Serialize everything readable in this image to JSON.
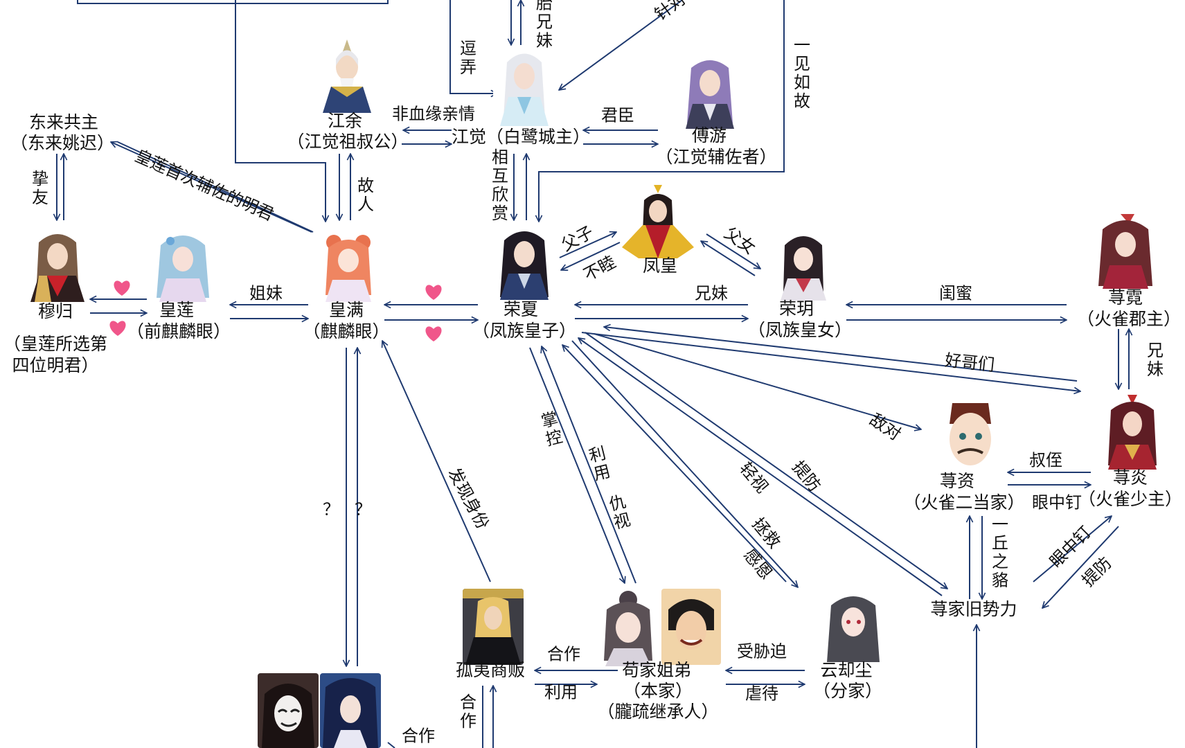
{
  "colors": {
    "arrow": "#1f3a70",
    "text": "#111111",
    "heart": "#f0568a",
    "background": "#ffffff"
  },
  "characters": {
    "donglai": {
      "name": "东来共主",
      "role": "（东来姚迟）"
    },
    "mugui": {
      "name": "穆归",
      "role": "（皇莲所选第四位明君）"
    },
    "huanglian": {
      "name": "皇莲",
      "role": "（前麒麟眼）"
    },
    "huangman": {
      "name": "皇满",
      "role": "（麒麟眼）"
    },
    "jiangyu": {
      "name": "江余",
      "role": "（江觉祖叔公）"
    },
    "jiangjue": {
      "name": "江觉（白鹭城主）"
    },
    "fuyou": {
      "name": "傅游",
      "role": "（江觉辅佐者）"
    },
    "rongxia": {
      "name": "荣夏",
      "role": "（凤族皇子）"
    },
    "fenghuang": {
      "name": "凤皇"
    },
    "rongyue": {
      "name": "荣玥",
      "role": "（凤族皇女）"
    },
    "xunni": {
      "name": "荨霓",
      "role": "（火雀郡主）"
    },
    "xunyan": {
      "name": "荨炎",
      "role": "（火雀少主）"
    },
    "xunzi": {
      "name": "荨资",
      "role": "（火雀二当家）"
    },
    "xunjia": {
      "name": "荨家旧势力"
    },
    "guyi": {
      "name": "孤夷商贩"
    },
    "goujia": {
      "name": "苟家姐弟",
      "role": "（本家）",
      "role2": "（朧疏继承人）"
    },
    "yunque": {
      "name": "云却尘",
      "role": "（分家）"
    }
  },
  "relations": {
    "taixiongmei": "胎兄妹",
    "dounong": "逗弄",
    "zhen": "针对",
    "yijianrugu": "一见如故",
    "feixueyuan": "非血缘亲情",
    "junchen": "君臣",
    "zhiyou": "挚友",
    "huangliantuzhu": "皇莲首次辅佐的明君",
    "guren": "故人",
    "xianghu": "相互欣赏",
    "fuzi": "父子",
    "buhe": "不睦",
    "funv": "父女",
    "jiemei": "姐妹",
    "xiongmei": "兄妹",
    "guimi": "闺蜜",
    "xiongmei2": "兄妹",
    "haogemen": "好哥们",
    "diduii": "敌对",
    "shuzhi": "叔侄",
    "yanzhongding": "眼中钉",
    "yiqiuzhihe": "一丘之貉",
    "yanzhongding2": "眼中钉",
    "tifang": "提防",
    "faxian": "发现身份",
    "zhangkong": "掌控",
    "liyong": "利用",
    "choushi": "仇视",
    "qingshi": "轻视",
    "tifang2": "提防",
    "zhengjiu": "拯救",
    "ganen": "感恩",
    "q1": "？",
    "q2": "？",
    "hezuo1": "合作",
    "liyong2": "利用",
    "hezuo2": "合作",
    "hezuo3": "合作",
    "shouxiepo": "受胁迫",
    "nuedai": "虐待"
  }
}
